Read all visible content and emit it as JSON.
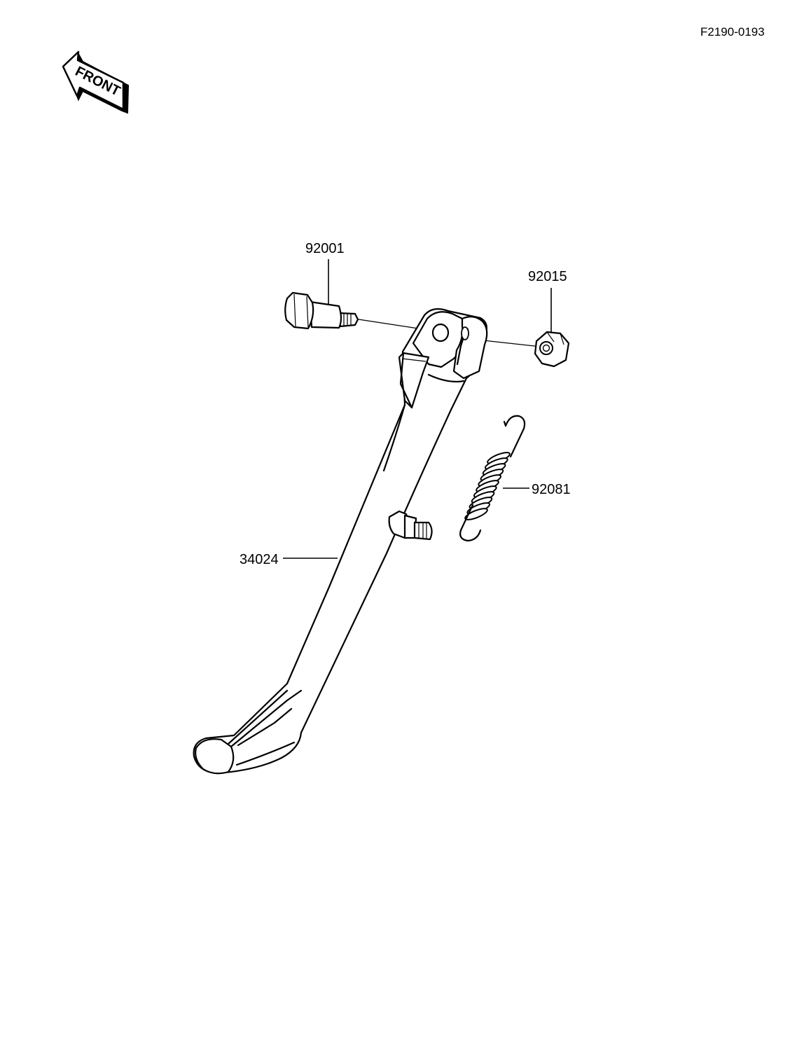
{
  "diagram": {
    "reference_code": "F2190-0193",
    "front_label": "FRONT",
    "parts": [
      {
        "number": "92001",
        "name": "bolt"
      },
      {
        "number": "92015",
        "name": "nut"
      },
      {
        "number": "92081",
        "name": "spring"
      },
      {
        "number": "34024",
        "name": "side-stand"
      }
    ]
  }
}
